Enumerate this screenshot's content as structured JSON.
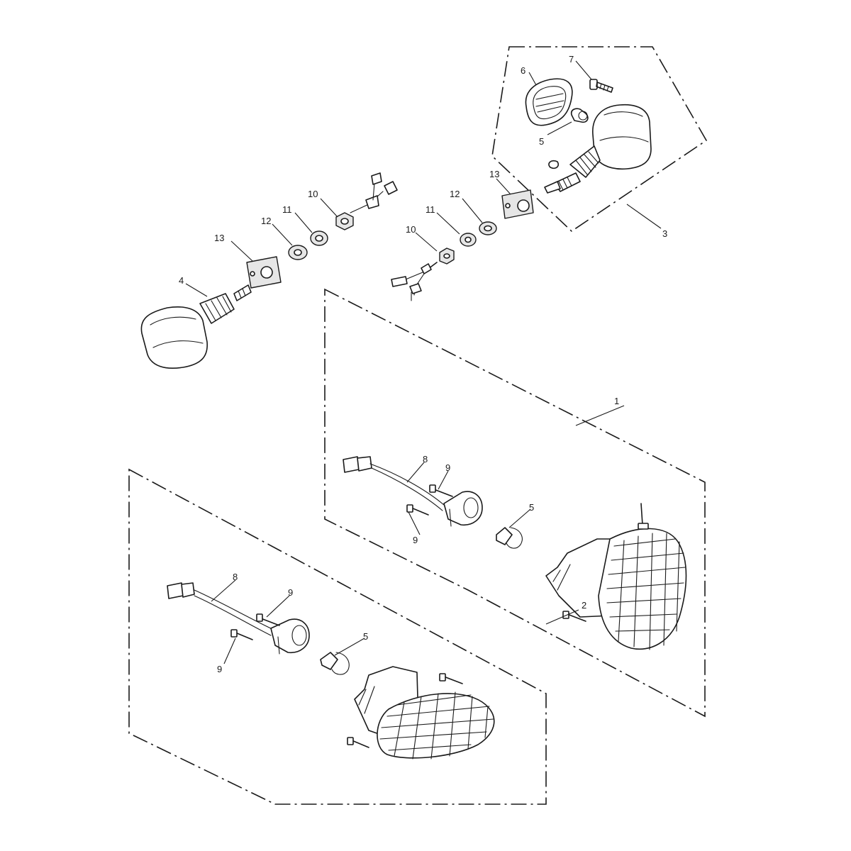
{
  "callouts": {
    "c1": "1",
    "c2": "2",
    "c3": "3",
    "c4": "4",
    "c5_top": "5",
    "c5_mid": "5",
    "c5_low": "5",
    "c6": "6",
    "c7": "7",
    "c8_mid": "8",
    "c8_low": "8",
    "c9_mid_a": "9",
    "c9_mid_b": "9",
    "c9_low_a": "9",
    "c9_low_b": "9",
    "c10_left": "10",
    "c10_right": "10",
    "c11_left": "11",
    "c11_right": "11",
    "c12_left": "12",
    "c12_right": "12",
    "c13_left": "13",
    "c13_right": "13"
  }
}
